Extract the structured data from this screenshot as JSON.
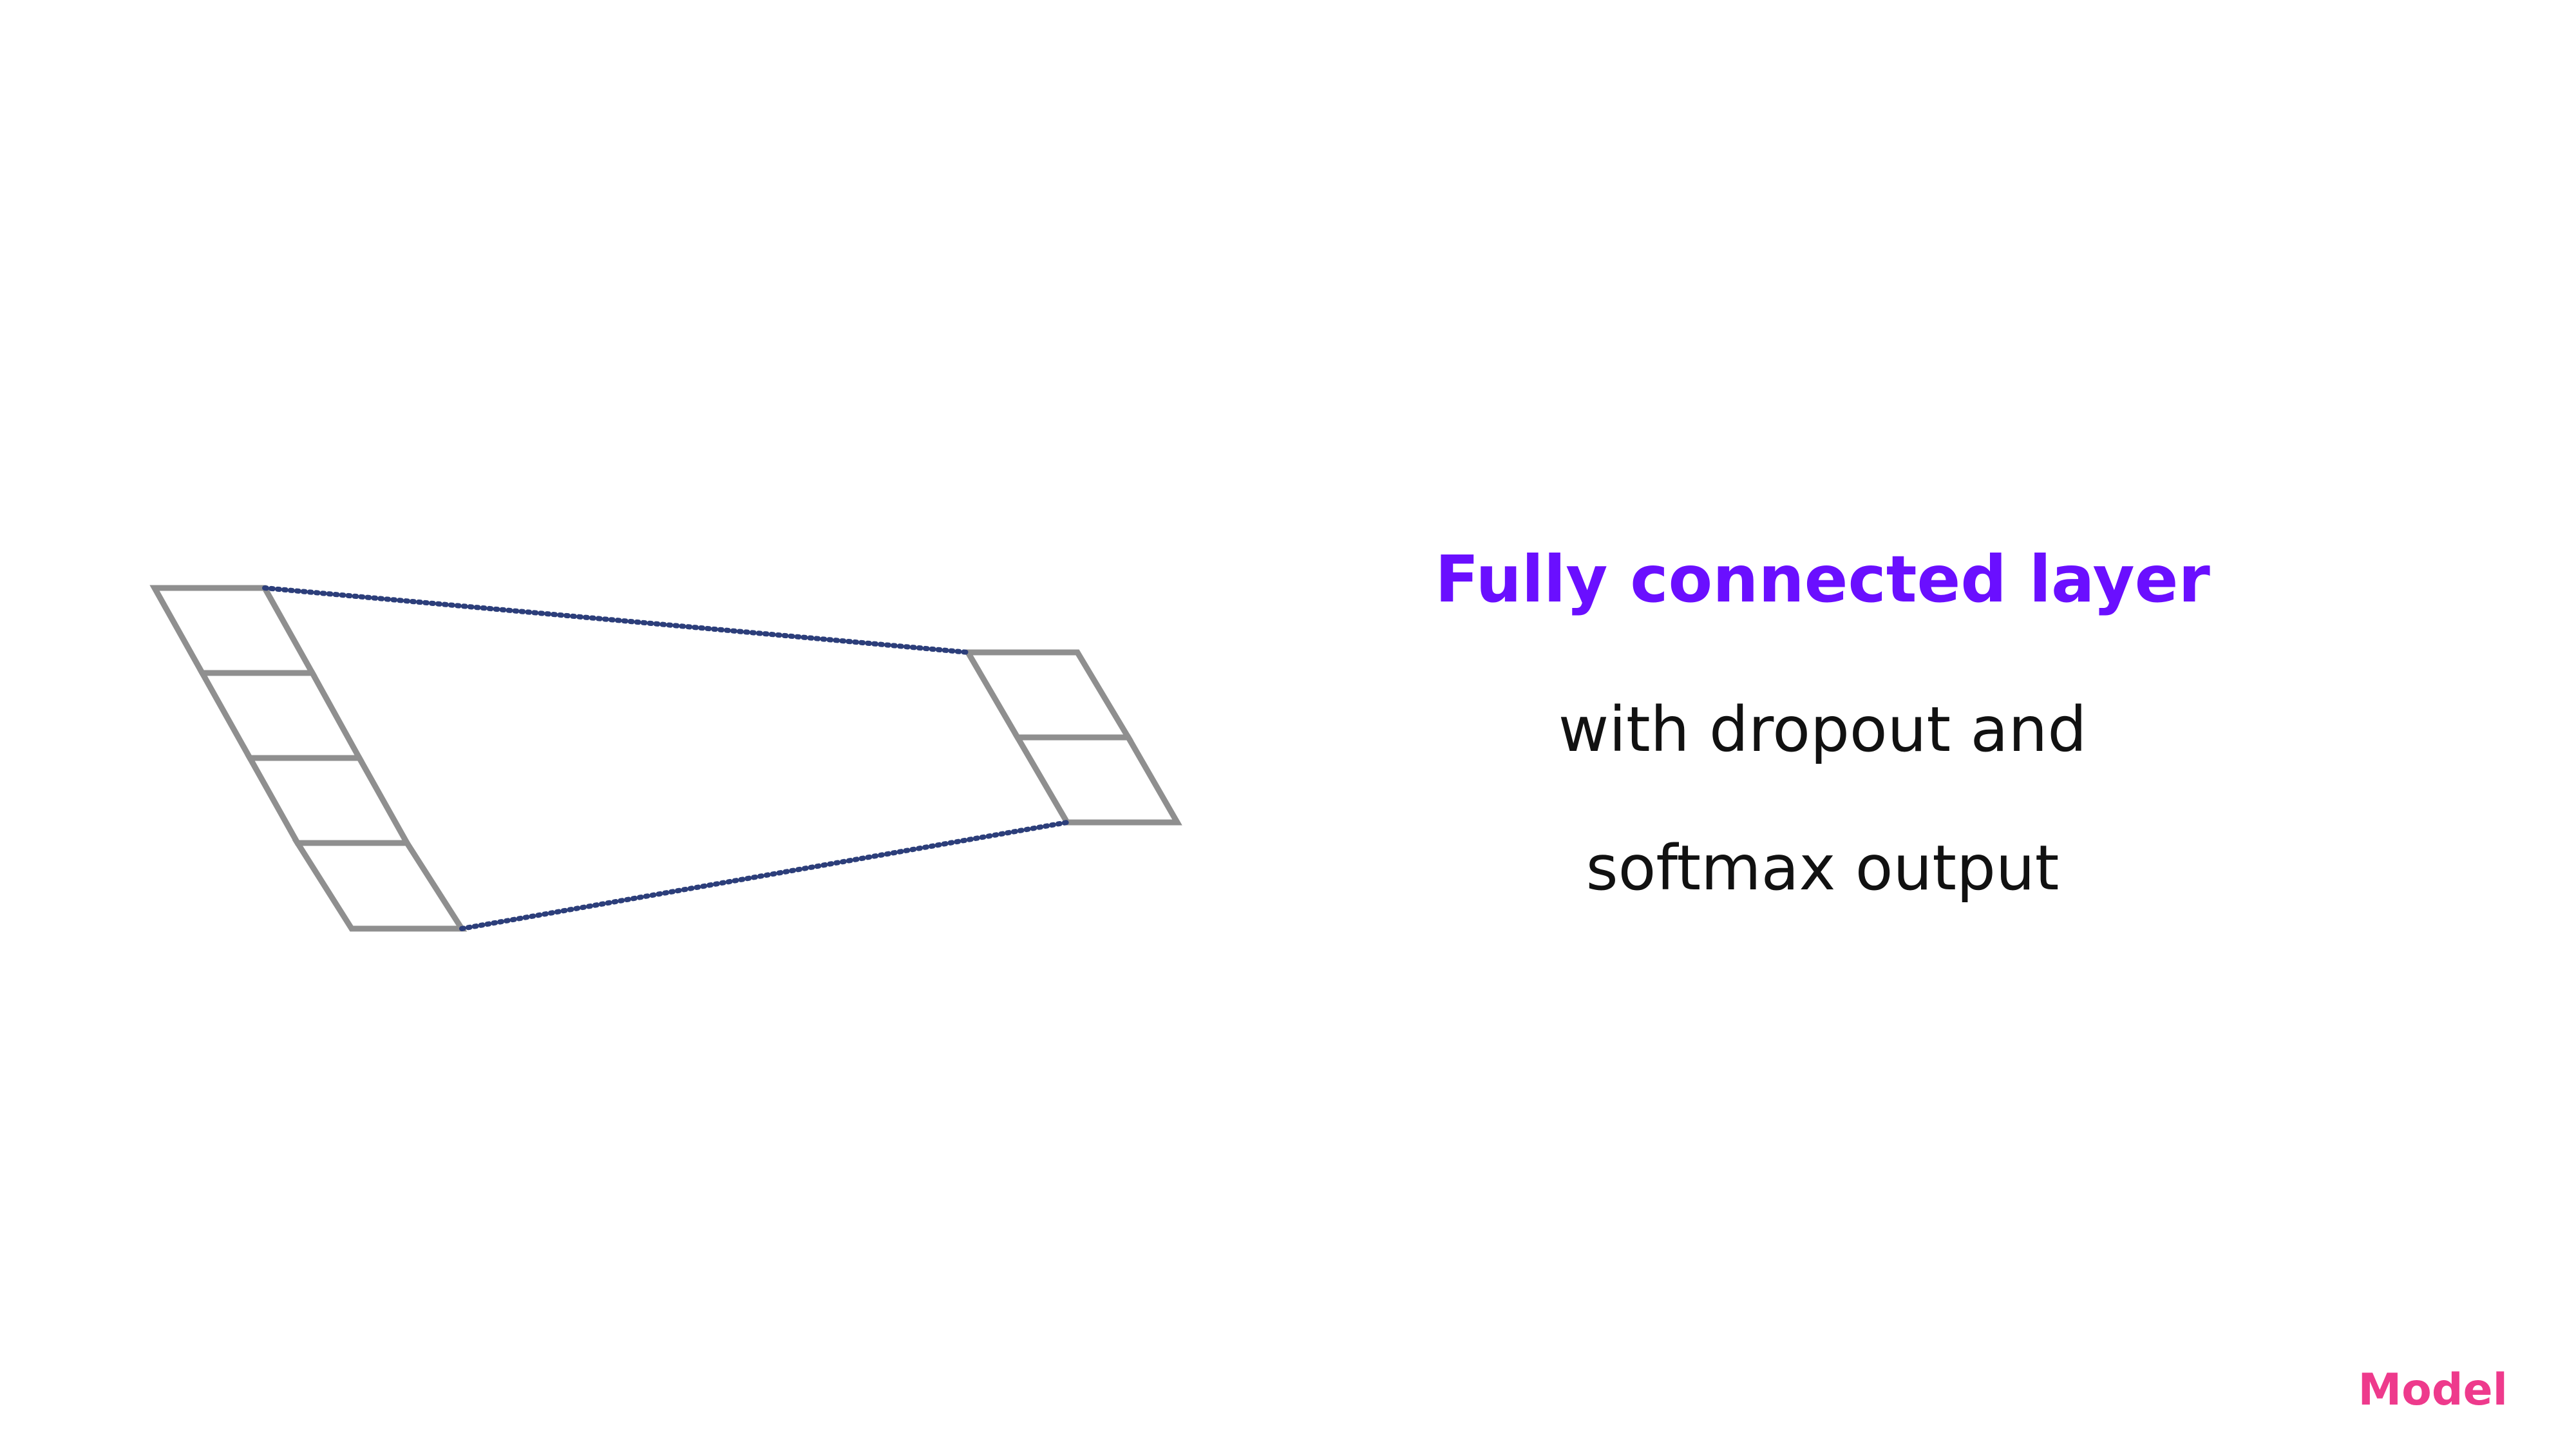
{
  "slide": {
    "title": "Fully connected layer",
    "subtitle_line1": "with dropout and",
    "subtitle_line2": "softmax output",
    "section_label": "Model"
  },
  "colors": {
    "title": "#6a0fff",
    "text": "#111111",
    "section_label": "#ee3a8c",
    "cell_stroke": "#8f8f8f",
    "connector": "#2c3e7a"
  },
  "diagram": {
    "input_layer_cells": 4,
    "output_layer_cells": 2,
    "connector_style": "dotted"
  }
}
